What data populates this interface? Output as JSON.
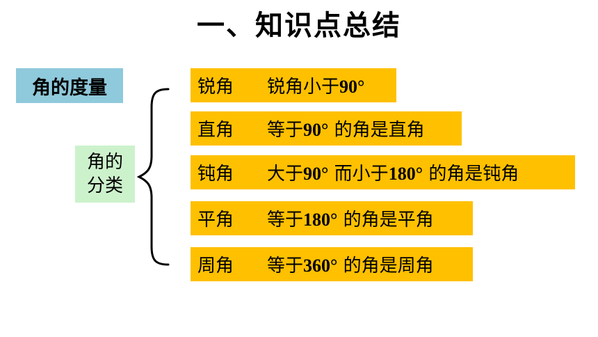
{
  "title": "一、知识点总结",
  "measure_label": "角的度量",
  "classify_label": {
    "line1": "角的",
    "line2": "分类"
  },
  "colors": {
    "blue_box": "#8fc9dc",
    "green_box": "#ccf2cc",
    "yellow_box": "#ffc000"
  },
  "rows": [
    {
      "name": "锐角",
      "desc": "锐角小于90°"
    },
    {
      "name": "直角",
      "desc": "等于90° 的角是直角"
    },
    {
      "name": "钝角",
      "desc": "大于90° 而小于180° 的角是钝角"
    },
    {
      "name": "平角",
      "desc": "等于180° 的角是平角"
    },
    {
      "name": "周角",
      "desc": "等于360° 的角是周角"
    }
  ]
}
